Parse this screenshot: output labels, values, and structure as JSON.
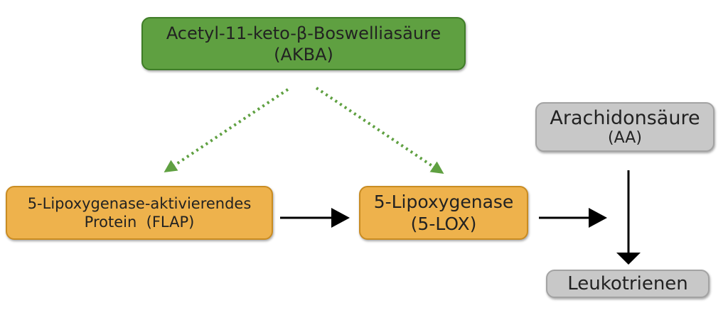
{
  "nodes": {
    "akba": {
      "line1": "Acetyl-11-keto-β-Boswelliasäure",
      "line2": "(AKBA)"
    },
    "flap": {
      "line1": "5-Lipoxygenase-aktivierendes",
      "line2": "Protein  (FLAP)"
    },
    "lox": {
      "line1": "5-Lipoxygenase",
      "line2": "(5-LOX)"
    },
    "aa": {
      "line1": "Arachidonsäure",
      "line2": "(AA)"
    },
    "leukotrienes": {
      "label": "Leukotrienen"
    }
  },
  "colors": {
    "green_node": "#5fa041",
    "orange_node": "#eeb24c",
    "gray_node": "#c8c8c8",
    "inhibition_arrow": "#5fa041",
    "flow_arrow": "#000000"
  }
}
